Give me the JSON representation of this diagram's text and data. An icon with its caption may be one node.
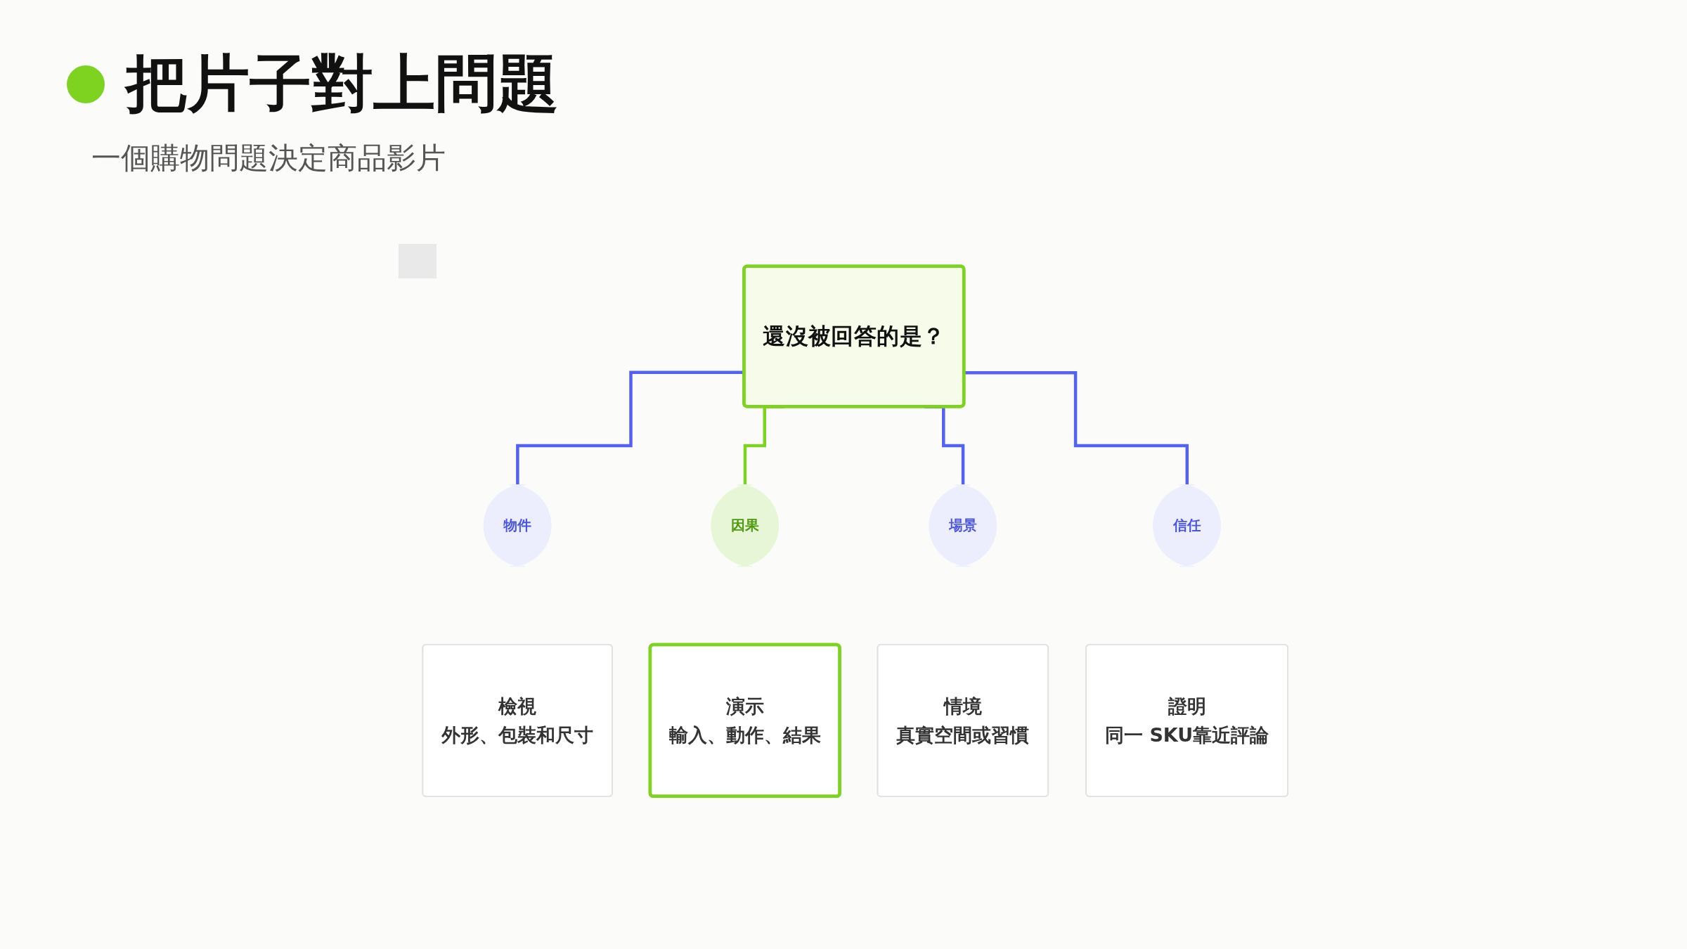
{
  "diagram": {
    "title": "把片子對上問題",
    "nodes": [
      {
        "text": [
          "還沒被回答的是？"
        ]
      },
      {
        "text": [
          "物件"
        ]
      },
      {
        "text": [
          "因果"
        ]
      },
      {
        "text": [
          "場景"
        ]
      },
      {
        "text": [
          "信任"
        ]
      },
      {
        "text": [
          "檢視",
          "外形、包裝和尺寸"
        ]
      },
      {
        "text": [
          "演示",
          "輸入、動作、結果"
        ]
      },
      {
        "text": [
          "情境",
          "真實空間或習慣"
        ]
      },
      {
        "text": [
          "證明",
          "同一 SKU靠近評論"
        ]
      }
    ],
    "edges": [
      {
        "from": 0,
        "to": 1,
        "arrow": "none"
      },
      {
        "from": 0,
        "to": 2,
        "arrow": "none",
        "color": "#7ed321"
      },
      {
        "from": 0,
        "to": 3,
        "arrow": "none"
      },
      {
        "from": 0,
        "to": 4,
        "arrow": "none"
      }
    ],
    "labels": [
      "一個購物問題決定商品影片"
    ]
  }
}
